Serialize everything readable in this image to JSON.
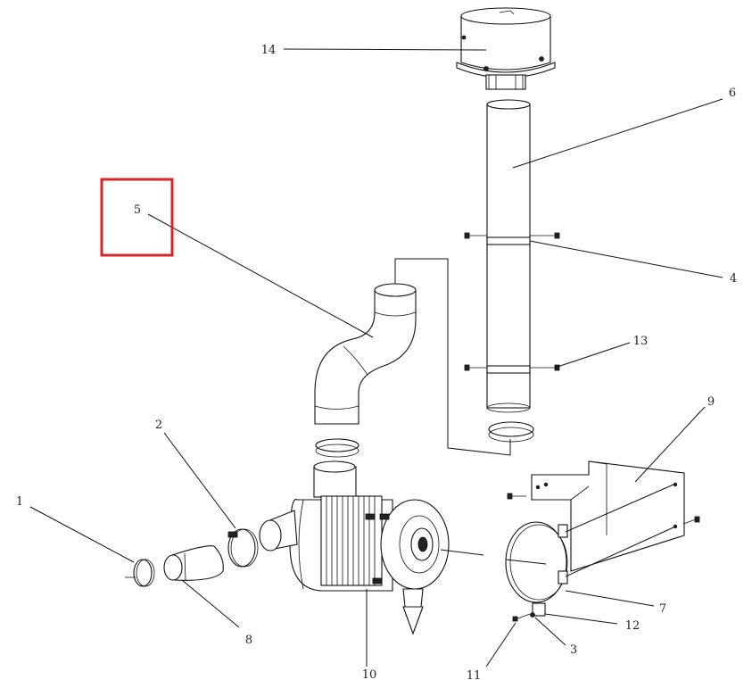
{
  "diagram": {
    "callouts": [
      {
        "id": "1",
        "text": "1"
      },
      {
        "id": "2",
        "text": "2"
      },
      {
        "id": "3",
        "text": "3"
      },
      {
        "id": "4",
        "text": "4"
      },
      {
        "id": "5",
        "text": "5"
      },
      {
        "id": "6",
        "text": "6"
      },
      {
        "id": "7",
        "text": "7"
      },
      {
        "id": "8",
        "text": "8"
      },
      {
        "id": "9",
        "text": "9"
      },
      {
        "id": "10",
        "text": "10"
      },
      {
        "id": "11",
        "text": "11"
      },
      {
        "id": "12",
        "text": "12"
      },
      {
        "id": "13",
        "text": "13"
      },
      {
        "id": "14",
        "text": "14"
      }
    ],
    "highlight": {
      "callout": "5",
      "color": "#d9232a"
    }
  }
}
